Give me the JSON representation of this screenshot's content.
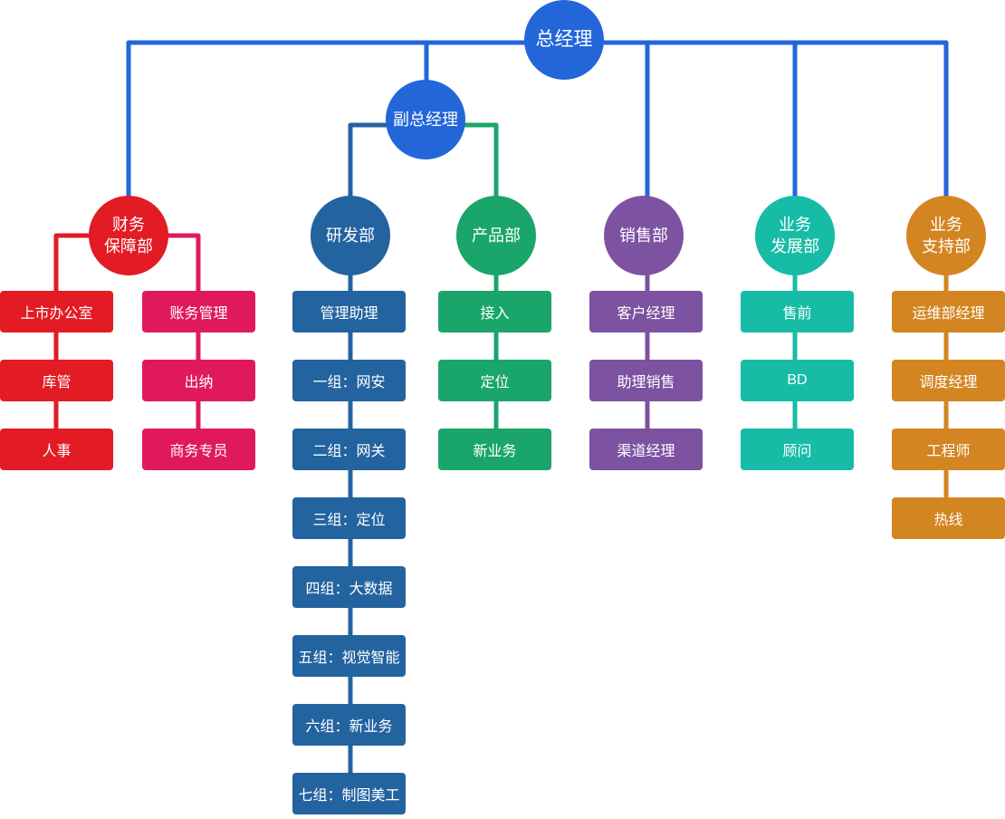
{
  "colors": {
    "top": "#2366d9",
    "finance_left": "#e21b24",
    "finance_right": "#e01a5a",
    "rd": "#23639f",
    "product": "#1aa56b",
    "sales": "#7d52a1",
    "bizdev": "#17bca6",
    "support": "#d38521"
  },
  "org": {
    "ceo": "总经理",
    "vice": "副总经理",
    "departments": [
      {
        "name": "财务\n保障部",
        "color": "#e21b24",
        "left_items": [
          "上市办公室",
          "库管",
          "人事"
        ],
        "right_items": [
          "账务管理",
          "出纳",
          "商务专员"
        ],
        "right_color": "#e01a5a"
      },
      {
        "name": "研发部",
        "color": "#23639f",
        "items": [
          "管理助理",
          "一组：网安",
          "二组：网关",
          "三组：定位",
          "四组：大数据",
          "五组：视觉智能",
          "六组：新业务",
          "七组：制图美工"
        ]
      },
      {
        "name": "产品部",
        "color": "#1aa56b",
        "items": [
          "接入",
          "定位",
          "新业务"
        ]
      },
      {
        "name": "销售部",
        "color": "#7d52a1",
        "items": [
          "客户经理",
          "助理销售",
          "渠道经理"
        ]
      },
      {
        "name": "业务\n发展部",
        "color": "#17bca6",
        "items": [
          "售前",
          "BD",
          "顾问"
        ]
      },
      {
        "name": "业务\n支持部",
        "color": "#d38521",
        "items": [
          "运维部经理",
          "调度经理",
          "工程师",
          "热线"
        ]
      }
    ]
  }
}
